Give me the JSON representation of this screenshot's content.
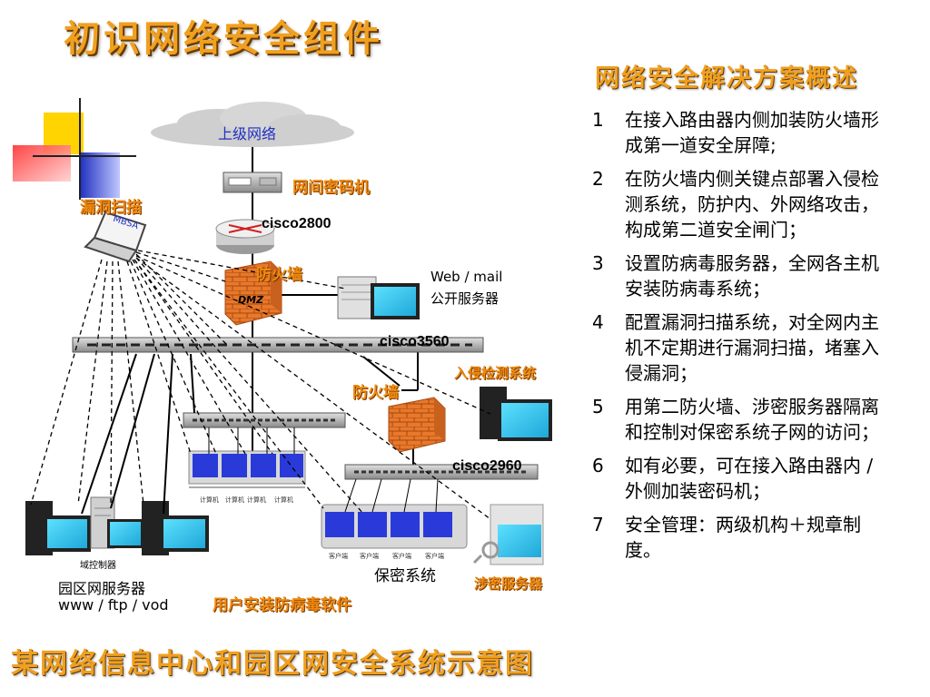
{
  "title": "初识网络安全组件",
  "subtitle": "网络安全解决方案概述",
  "caption": "某网络信息中心和园区网安全系统示意图",
  "diagram_labels": {
    "upper_network": "上级网络",
    "link_encryptor": "网间密码机",
    "vuln_scan": "漏洞扫描",
    "scanner_brand": "MBSA",
    "router": "cisco2800",
    "firewall1": "防火墙",
    "dmz": "DMZ",
    "web_mail_line1": "Web / mail",
    "web_mail_line2": "公开服务器",
    "core_switch": "cisco3560",
    "ids": "入侵检测系统",
    "firewall2": "防火墙",
    "access_switch": "cisco2960",
    "domain_controller": "域控制器",
    "campus_server_line1": "园区网服务器",
    "campus_server_line2": "www / ftp / vod",
    "antivirus": "用户安装防病毒软件",
    "classified_system": "保密系统",
    "classified_server": "涉密服务器",
    "computer_labels": [
      "计算机",
      "计算机",
      "计算机",
      "计算机"
    ],
    "client_labels": [
      "客户端",
      "客户端",
      "客户端",
      "客户端"
    ]
  },
  "steps": [
    {
      "num": "1",
      "text": "在接入路由器内侧加装防火墙形成第一道安全屏障;"
    },
    {
      "num": "2",
      "text": "在防火墙内侧关键点部署入侵检测系统，防护内、外网络攻击，构成第二道安全闸门；"
    },
    {
      "num": "3",
      "text": "设置防病毒服务器，全网各主机安装防病毒系统；"
    },
    {
      "num": "4",
      "text": "配置漏洞扫描系统，对全网内主机不定期进行漏洞扫描，堵塞入侵漏洞；"
    },
    {
      "num": "5",
      "text": "用第二防火墙、涉密服务器隔离和控制对保密系统子网的访问；"
    },
    {
      "num": "6",
      "text": "如有必要，可在接入路由器内 / 外侧加装密码机；"
    },
    {
      "num": "7",
      "text": "安全管理：两级机构＋规章制度。"
    }
  ],
  "colors": {
    "accent_orange": "#f0a020",
    "firewall": "#e8782a",
    "monitor_screen": "#33c7ee",
    "cloud": "#cfcfcf"
  }
}
